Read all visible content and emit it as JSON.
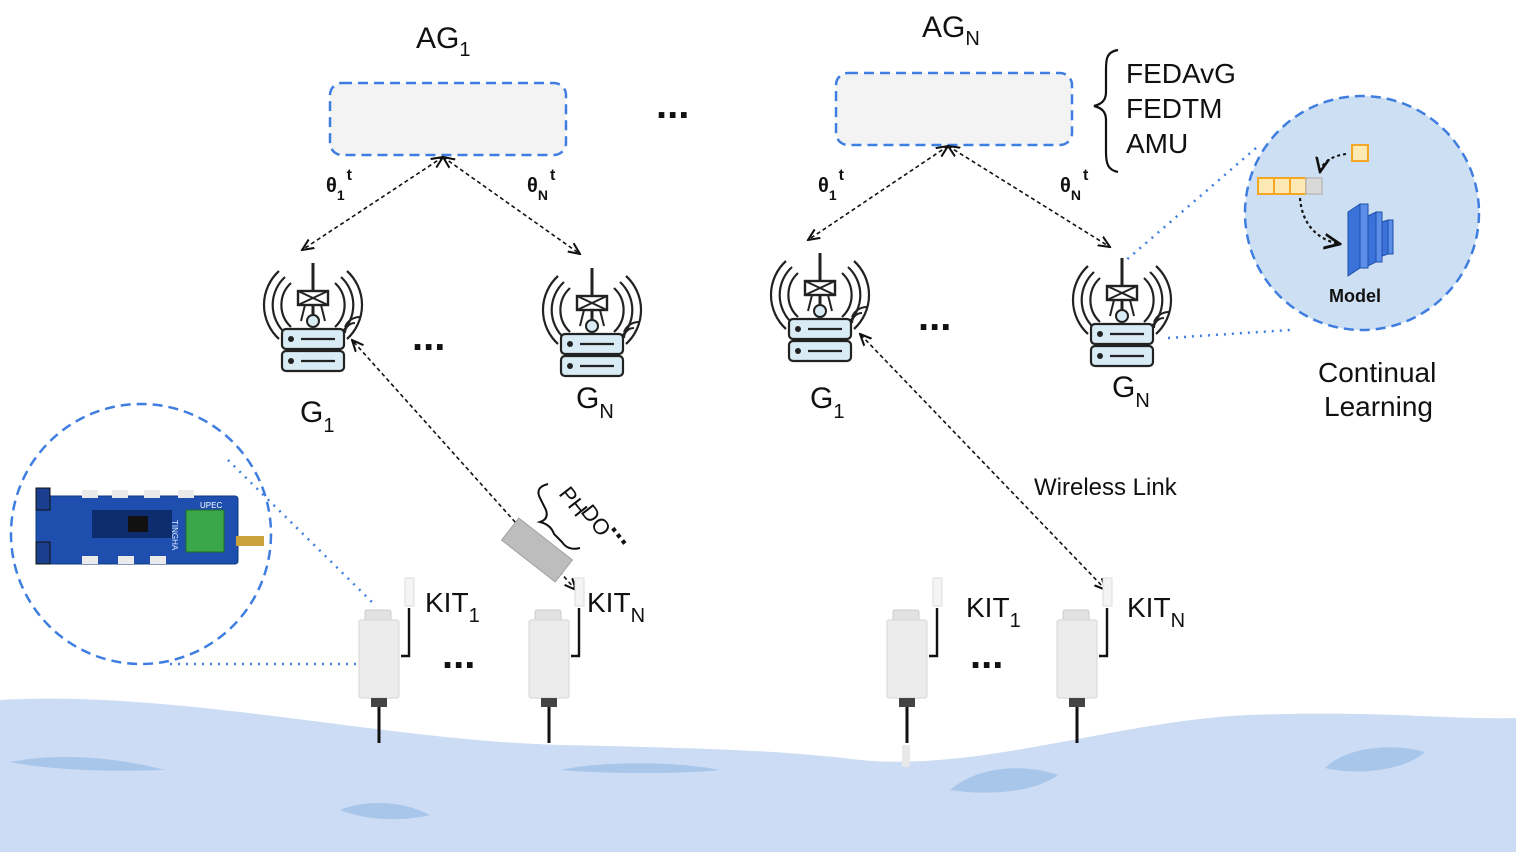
{
  "aggregators": [
    {
      "main": "AG",
      "sub": "1"
    },
    {
      "main": "AG",
      "sub": "N"
    }
  ],
  "aggregation_methods": [
    "FEDAvG",
    "FEDTM",
    "AMU"
  ],
  "theta_labels": [
    {
      "main": "θ",
      "sub": "1",
      "sup": "t"
    },
    {
      "main": "θ",
      "sub": "N",
      "sup": "t"
    },
    {
      "main": "θ",
      "sub": "1",
      "sup": "t"
    },
    {
      "main": "θ",
      "sub": "N",
      "sup": "t"
    }
  ],
  "gateways": [
    {
      "main": "G",
      "sub": "1"
    },
    {
      "main": "G",
      "sub": "N"
    },
    {
      "main": "G",
      "sub": "1"
    },
    {
      "main": "G",
      "sub": "N"
    }
  ],
  "kits": [
    {
      "main": "KIT",
      "sub": "1"
    },
    {
      "main": "KIT",
      "sub": "N"
    },
    {
      "main": "KIT",
      "sub": "1"
    },
    {
      "main": "KIT",
      "sub": "N"
    }
  ],
  "sensors": [
    "PH",
    "DO"
  ],
  "wireless_link": "Wireless Link",
  "continual_learning": [
    "Continual",
    "Learning"
  ],
  "model_label": "Model",
  "board_text": [
    "UPEC",
    "TINGHA"
  ],
  "ellipsis": "...",
  "colors": {
    "dashed_blue": "#3f7ee0",
    "circle_fill": "#cddff3",
    "water": "#cbdcf4",
    "water_dark": "#a8c5ea",
    "agg_fill": "#f3f3f3",
    "orange": "#f5a623",
    "model_blue": "#3b72d9"
  },
  "icons": [
    "antenna-tower-icon",
    "server-icon",
    "wifi-icon",
    "neural-network-icon",
    "sensor-kit-icon",
    "pcb-board-icon"
  ]
}
